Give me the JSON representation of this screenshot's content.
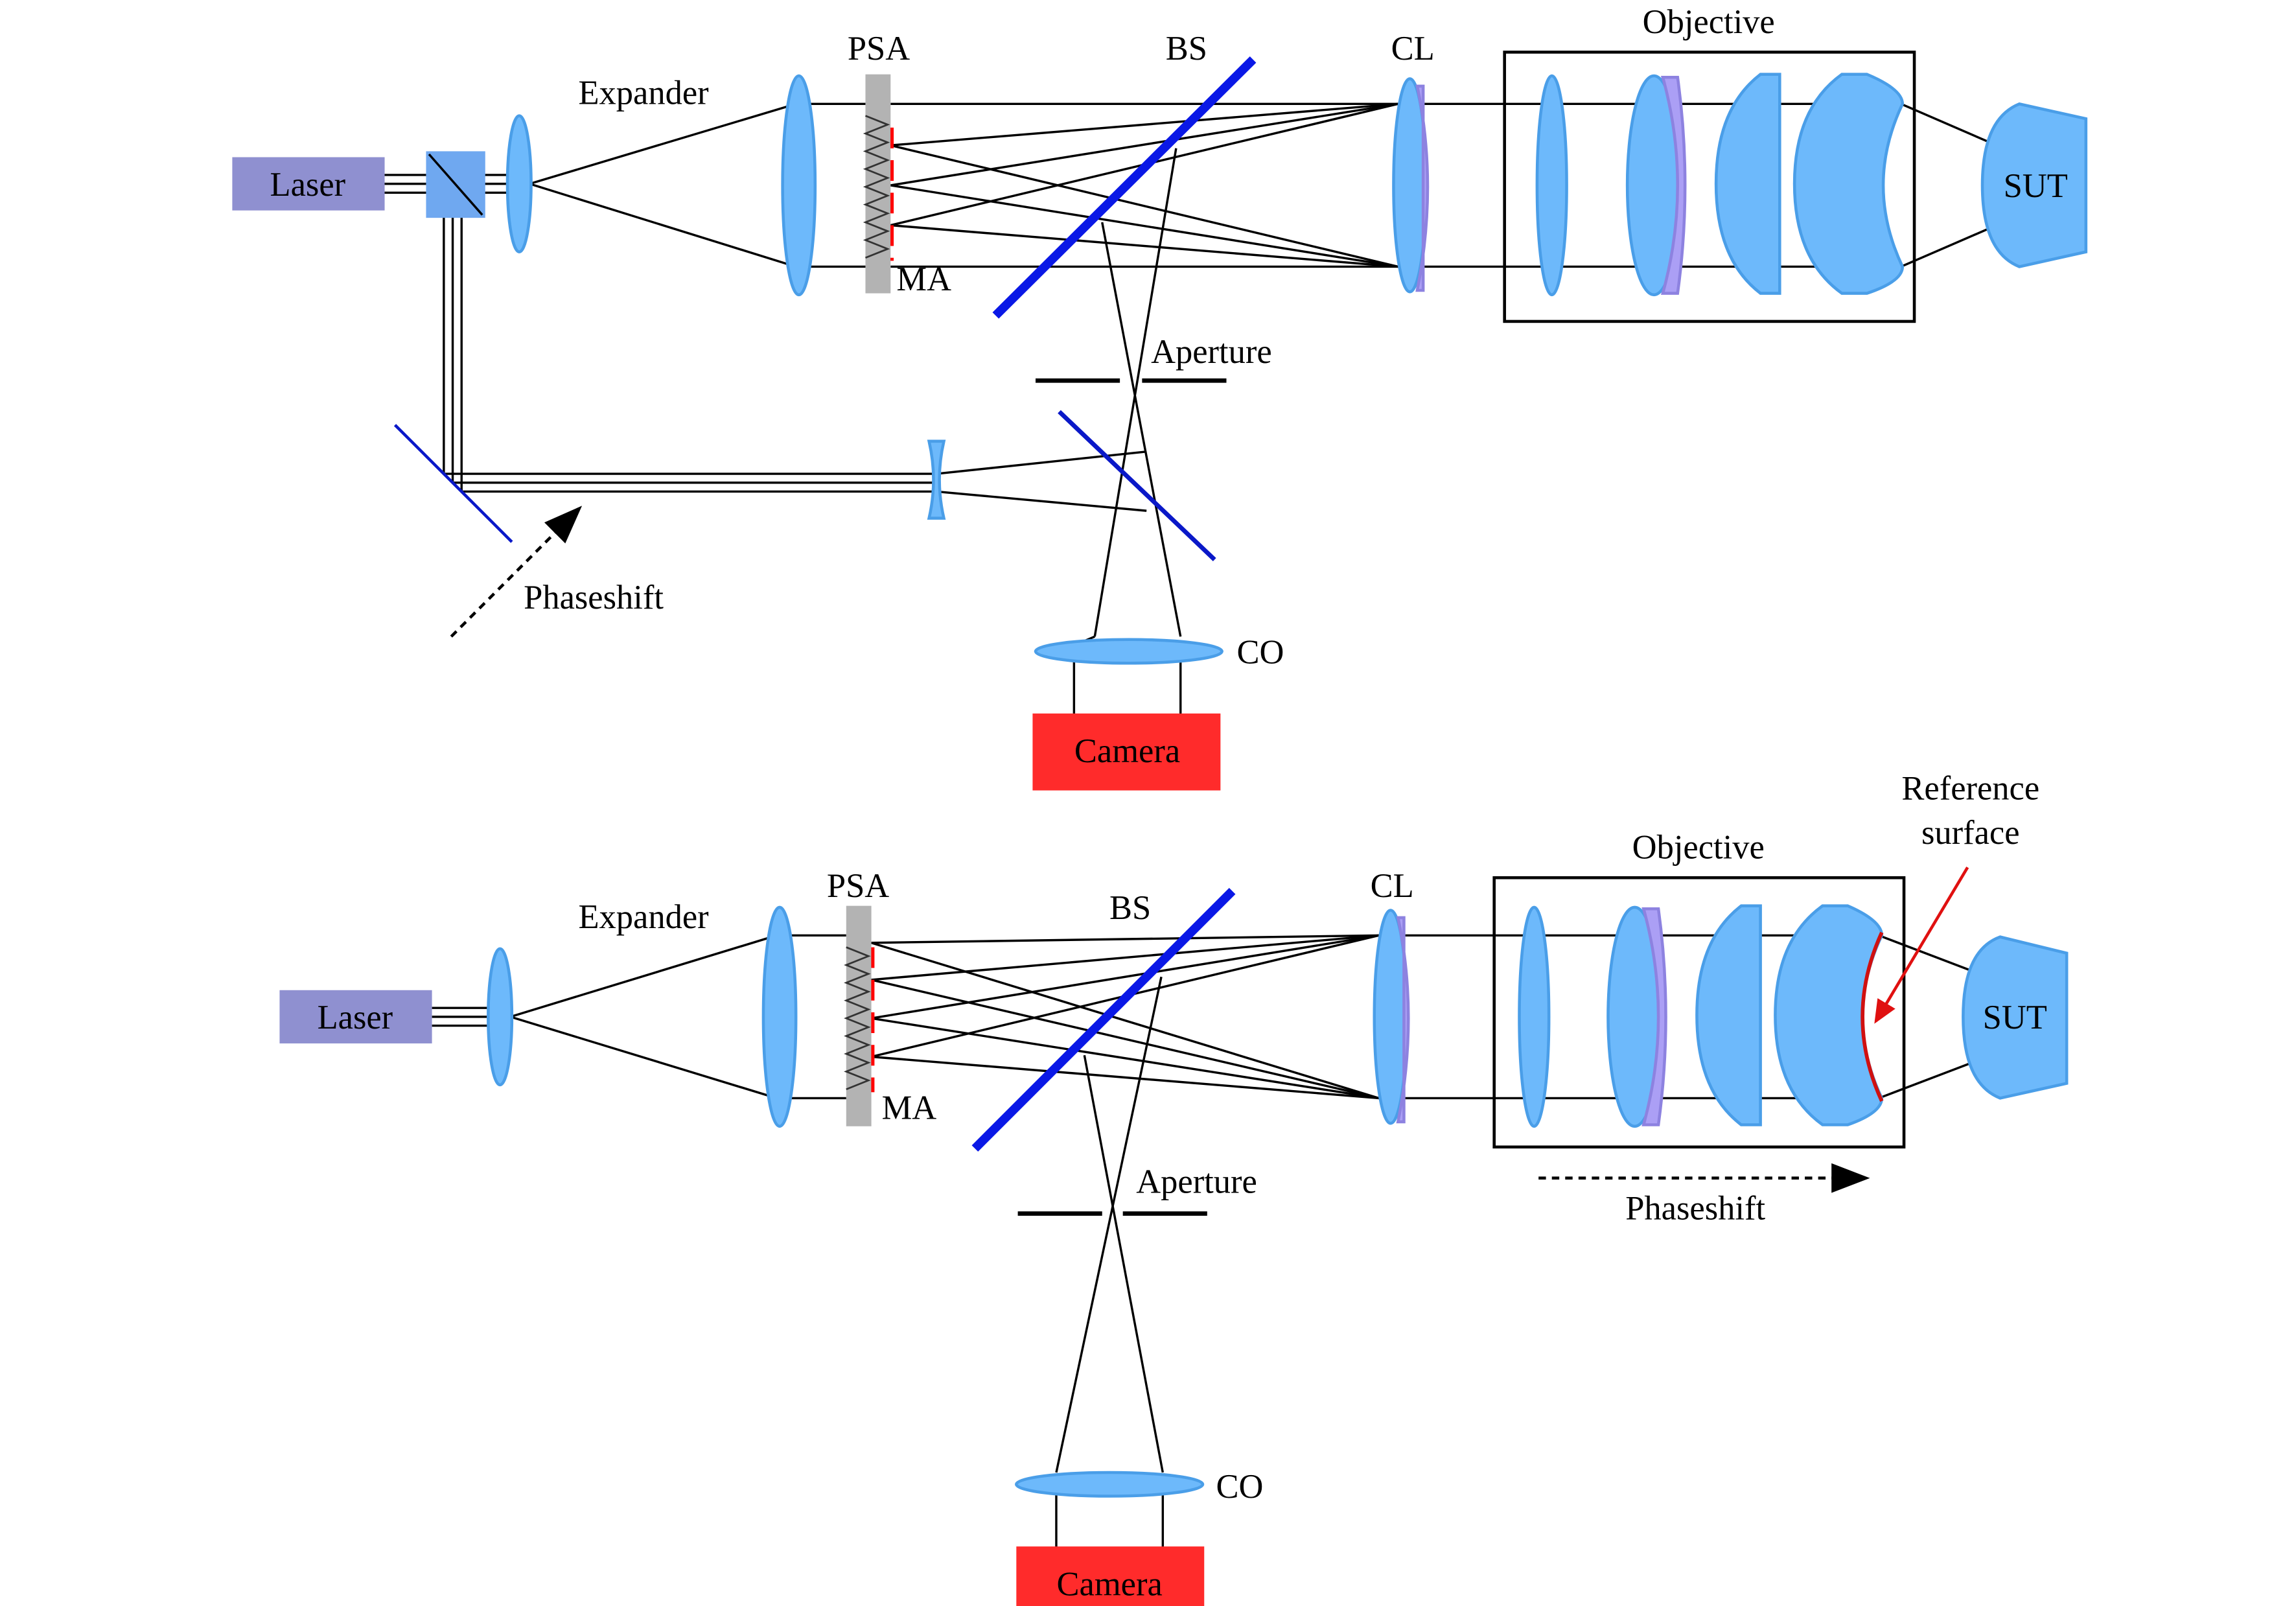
{
  "diagrams": [
    {
      "id": "top",
      "labels": {
        "laser": "Laser",
        "expander": "Expander",
        "psa": "PSA",
        "ma": "MA",
        "bs": "BS",
        "cl": "CL",
        "objective": "Objective",
        "sut": "SUT",
        "aperture": "Aperture",
        "phaseshift": "Phaseshift",
        "co": "CO",
        "camera": "Camera"
      }
    },
    {
      "id": "bottom",
      "labels": {
        "laser": "Laser",
        "expander": "Expander",
        "psa": "PSA",
        "ma": "MA",
        "bs": "BS",
        "cl": "CL",
        "objective": "Objective",
        "sut": "SUT",
        "aperture": "Aperture",
        "phaseshift": "Phaseshift",
        "co": "CO",
        "camera": "Camera",
        "reference_surface_line1": "Reference",
        "reference_surface_line2": "surface"
      }
    }
  ],
  "colors": {
    "laser_box": "#8f90d0",
    "camera_box": "#ff2b2b",
    "lens": "#6db9fb",
    "lens_violet": "#ab9ff5",
    "beam_splitter": "#0a18e6",
    "reference_mirror": "#0a18c8",
    "psa_plate": "#b3b3b3",
    "microlens_array": "#ff0000",
    "reference_surface_arrow": "#e01010",
    "prism": "#6fa8f0"
  }
}
